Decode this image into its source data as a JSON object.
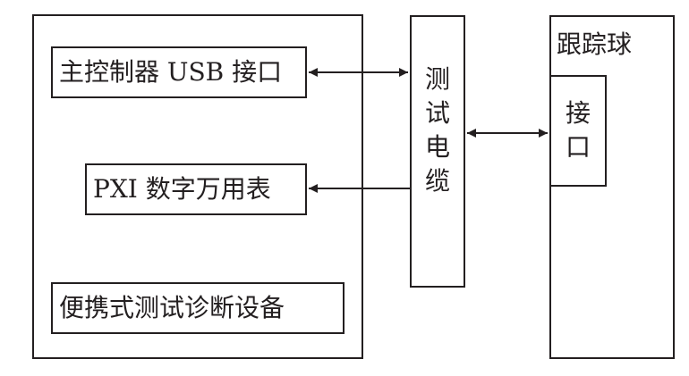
{
  "diagram": {
    "portable_device": {
      "label": "便携式测试诊断设备"
    },
    "usb_interface": {
      "label": "主控制器 USB 接口"
    },
    "pxi_dmm": {
      "label": "PXI 数字万用表"
    },
    "test_cable": {
      "chars": [
        "测",
        "试",
        "电",
        "缆"
      ]
    },
    "trackball": {
      "label": "跟踪球"
    },
    "trackball_interface": {
      "chars": [
        "接",
        "口"
      ]
    }
  }
}
